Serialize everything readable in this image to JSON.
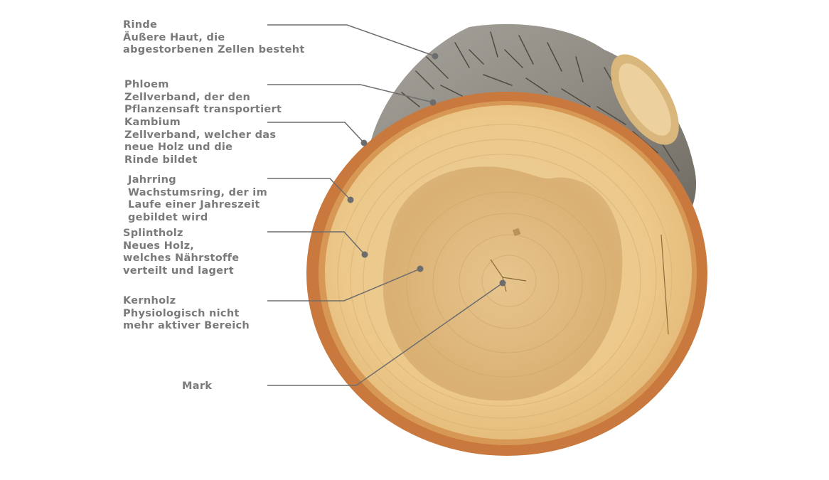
{
  "colors": {
    "text": "#7a7a7a",
    "leader": "#6d6d6d",
    "bark": "#8e8a82",
    "bark_dark": "#4f4a42",
    "phloem": "#c9793e",
    "sapwood": "#ecc98c",
    "heartwood": "#dcb276"
  },
  "labels": [
    {
      "id": "rinde",
      "title": "Rinde",
      "lines": [
        "Äußere Haut, die",
        "abgestorbenen Zellen besteht"
      ]
    },
    {
      "id": "phloem",
      "title": "Phloem",
      "lines": [
        "Zellverband, der den",
        "Pflanzensaft transportiert"
      ]
    },
    {
      "id": "kambium",
      "title": "Kambium",
      "lines": [
        "Zellverband, welcher das",
        "neue Holz und die",
        "Rinde bildet"
      ]
    },
    {
      "id": "jahrring",
      "title": "Jahrring",
      "lines": [
        "Wachstumsring, der im",
        "Laufe einer Jahreszeit",
        "gebildet wird"
      ]
    },
    {
      "id": "splintholz",
      "title": "Splintholz",
      "lines": [
        "Neues Holz,",
        "welches Nährstoffe",
        "verteilt und lagert"
      ]
    },
    {
      "id": "kernholz",
      "title": "Kernholz",
      "lines": [
        "Physiologisch nicht",
        "mehr aktiver Bereich"
      ]
    },
    {
      "id": "mark",
      "title": "Mark",
      "lines": []
    }
  ]
}
